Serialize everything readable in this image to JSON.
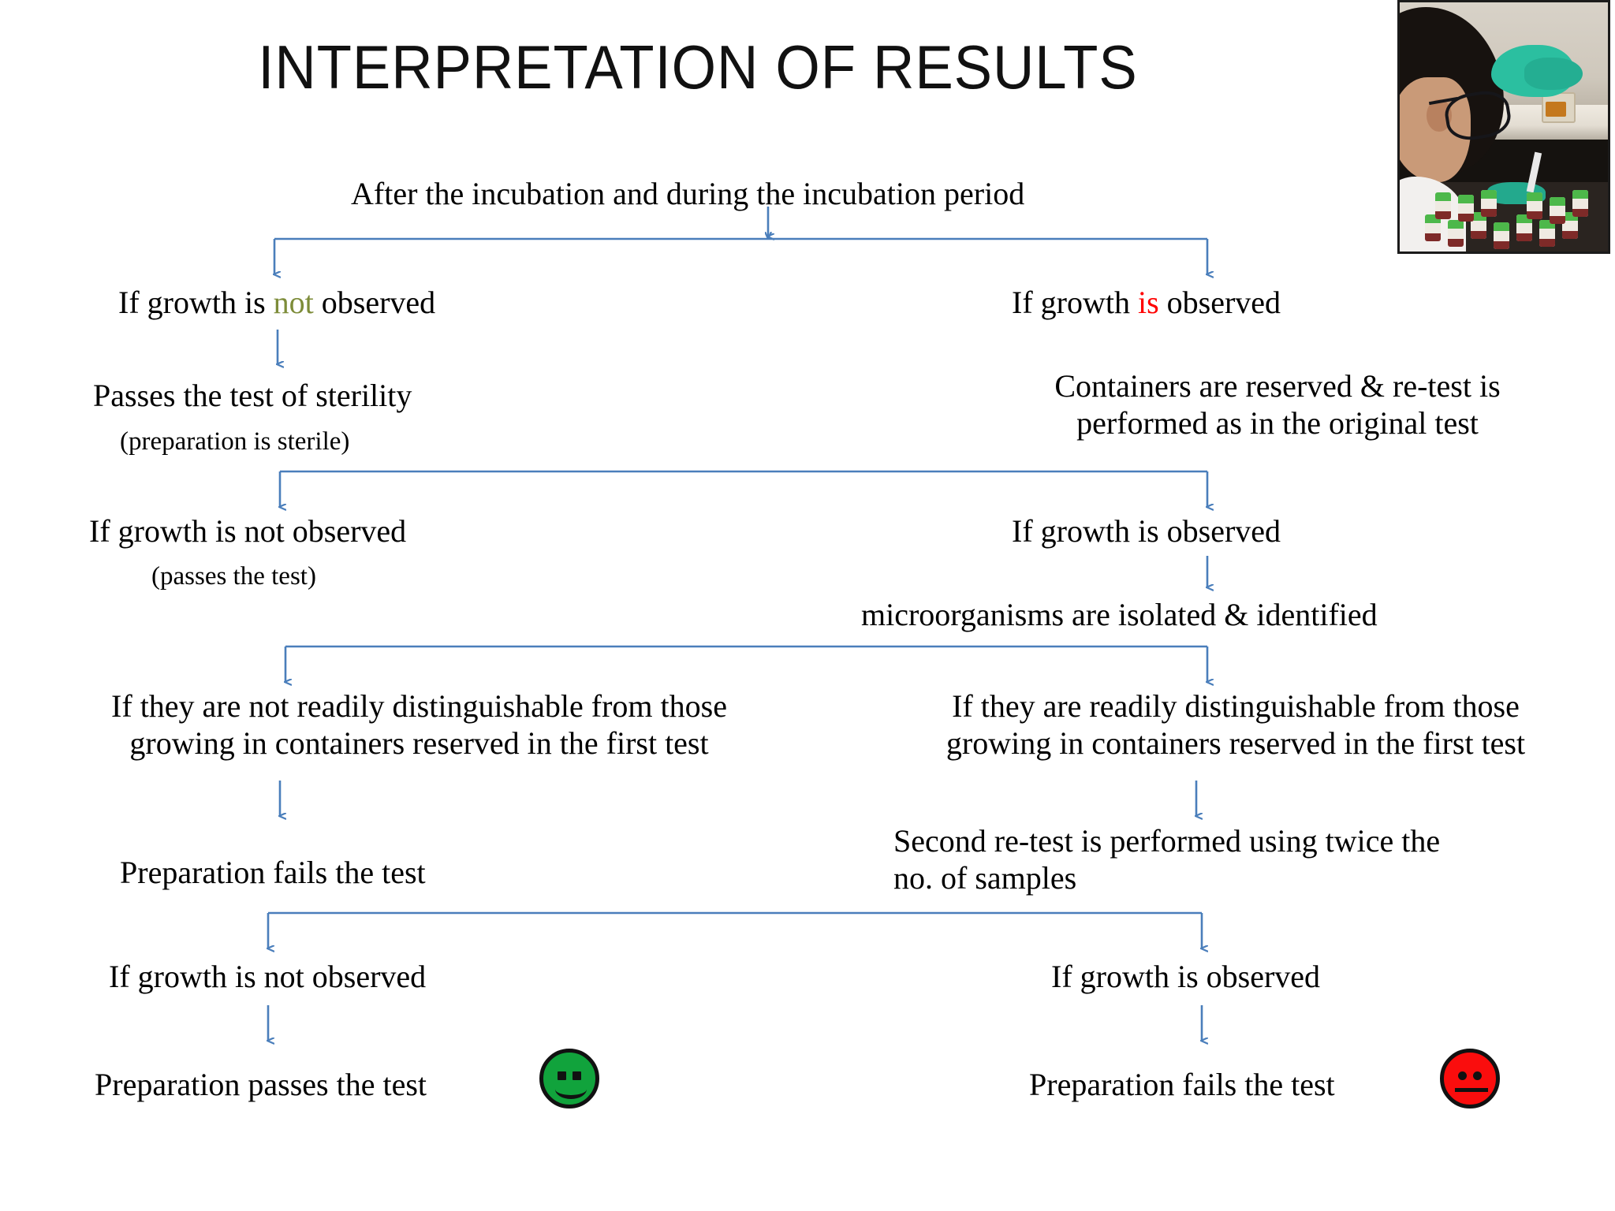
{
  "slide": {
    "title": "INTERPRETATION OF RESULTS",
    "background_color": "#ffffff",
    "accent_arrow_color": "#4a7ebb",
    "accent_green": "#7d8c39",
    "accent_red": "#ff0000"
  },
  "photo": {
    "alt": "laboratory technician with glasses and teal gloves pipetting into green-capped sample vials"
  },
  "flow": {
    "root": "After the incubation and during the incubation period",
    "level1": {
      "left_prefix": "If growth is ",
      "left_accent": "not",
      "left_suffix": " observed",
      "right_prefix": "If growth ",
      "right_accent": "is",
      "right_suffix": " observed"
    },
    "level2": {
      "left_main": "Passes the test of sterility",
      "left_sub": "(preparation is sterile)",
      "right_main": "Containers are reserved & re-test is\nperformed as in the original test"
    },
    "level3": {
      "left_main": "If growth is not observed",
      "left_sub": "(passes the test)",
      "right_main": "If growth is observed",
      "right_follow": "microorganisms are isolated & identified"
    },
    "level4": {
      "left": "If they are not readily distinguishable from those\ngrowing in containers reserved in the first test",
      "right": "If they are readily distinguishable from those\ngrowing in containers reserved in the first test"
    },
    "level5": {
      "left": "Preparation fails the test",
      "right": "Second re-test is performed using twice the\nno. of samples"
    },
    "level6": {
      "left": "If growth is not observed",
      "right": "If growth is observed"
    },
    "level7": {
      "left": "Preparation passes the test",
      "left_icon": "green-smiley-face-icon",
      "right": "Preparation fails the test",
      "right_icon": "red-frowning-face-icon"
    }
  }
}
